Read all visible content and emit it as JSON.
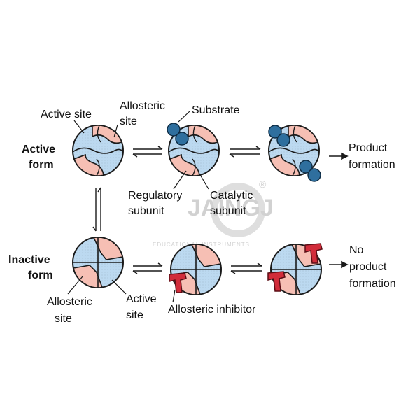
{
  "labels": {
    "active_form_1": "Active",
    "active_form_2": "form",
    "inactive_form_1": "Inactive",
    "inactive_form_2": "form",
    "active_site_top": "Active site",
    "allosteric_site_top_1": "Allosteric",
    "allosteric_site_top_2": "site",
    "substrate": "Substrate",
    "regulatory_subunit_1": "Regulatory",
    "regulatory_subunit_2": "subunit",
    "catalytic_subunit_1": "Catalytic",
    "catalytic_subunit_2": "subunit",
    "product_formation_1": "Product",
    "product_formation_2": "formation",
    "allosteric_site_bottom_1": "Allosteric",
    "allosteric_site_bottom_2": "site",
    "active_site_bottom_1": "Active",
    "active_site_bottom_2": "site",
    "allosteric_inhibitor": "Allosteric inhibitor",
    "no_product_1": "No",
    "no_product_2": "product",
    "no_product_3": "formation"
  },
  "watermark": {
    "brand": "JAINGJ",
    "registered": "®",
    "tagline": "EDUCATIONAL INSTRUMENTS"
  },
  "colors": {
    "catalytic": "#bcd9f0",
    "regulatory": "#f6bfb4",
    "substrate": "#2f6f9e",
    "inhibitor": "#d12c3a",
    "outline": "#1a1a1a"
  }
}
